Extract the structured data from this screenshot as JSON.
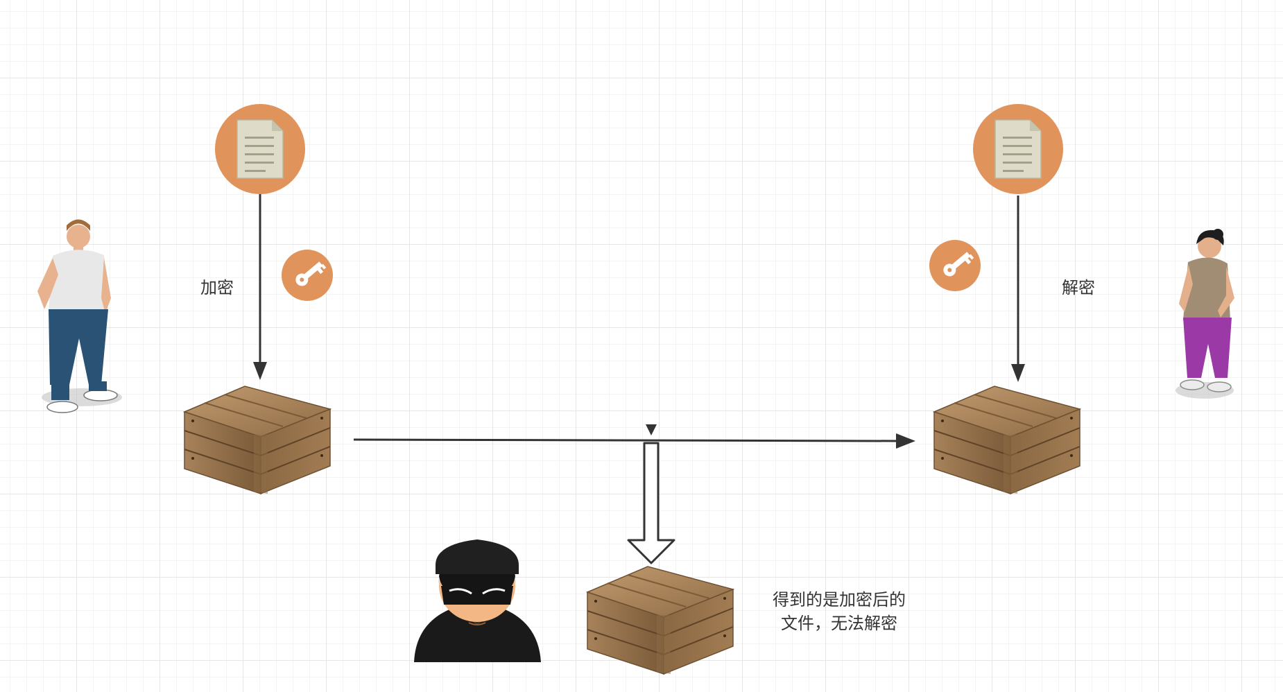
{
  "labels": {
    "encrypt": "加密",
    "decrypt": "解密",
    "attacker_note_line1": "得到的是加密后的",
    "attacker_note_line2": "文件，无法解密"
  },
  "colors": {
    "accent_orange": "#e0935b",
    "arrow": "#333333",
    "crate_wood": "#9a7650"
  },
  "icons": {
    "document": "document-icon",
    "key": "key-icon",
    "crate": "crate-icon",
    "sender": "person-icon",
    "receiver": "person-icon",
    "attacker": "hacker-icon"
  }
}
